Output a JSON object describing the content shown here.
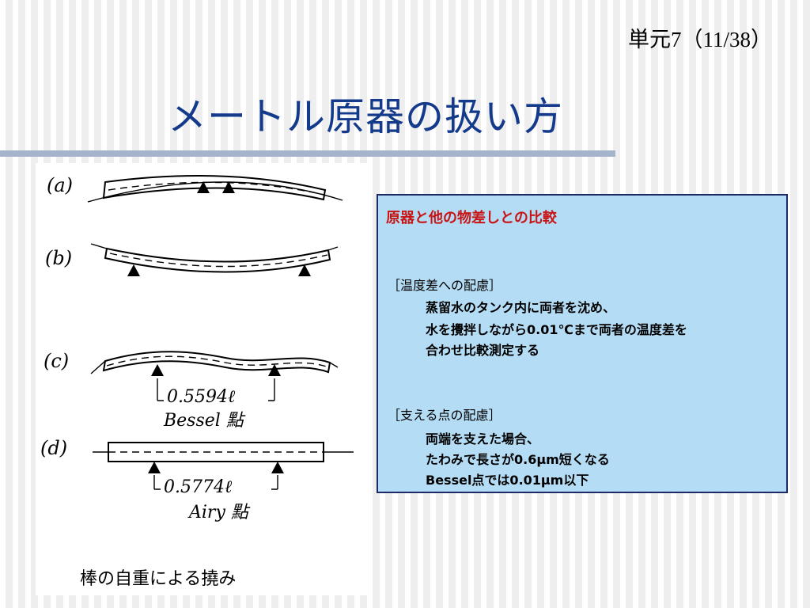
{
  "slide": {
    "unit_label": "単元7（11/38）",
    "title": "メートル原器の扱い方"
  },
  "figure": {
    "labels": {
      "a": "(a)",
      "b": "(b)",
      "c": "(c)",
      "d": "(d)",
      "bessel_distance": "0.5594ℓ",
      "bessel_name": "Bessel 點",
      "airy_distance": "0.5774ℓ",
      "airy_name": "Airy 點"
    },
    "caption": "棒の自重による撓み"
  },
  "info_box": {
    "heading": "原器と他の物差しとの比較",
    "section1": {
      "heading": "［温度差への配慮］",
      "lines": [
        "蒸留水のタンク内に両者を沈め、",
        "水を攪拌しながら0.01℃まで両者の温度差を",
        "合わせ比較測定する"
      ]
    },
    "section2": {
      "heading": "［支える点の配慮］",
      "lines": [
        "両端を支えた場合、",
        "たわみで長さが0.6μm短くなる",
        "Bessel点では0.01μm以下"
      ]
    }
  }
}
